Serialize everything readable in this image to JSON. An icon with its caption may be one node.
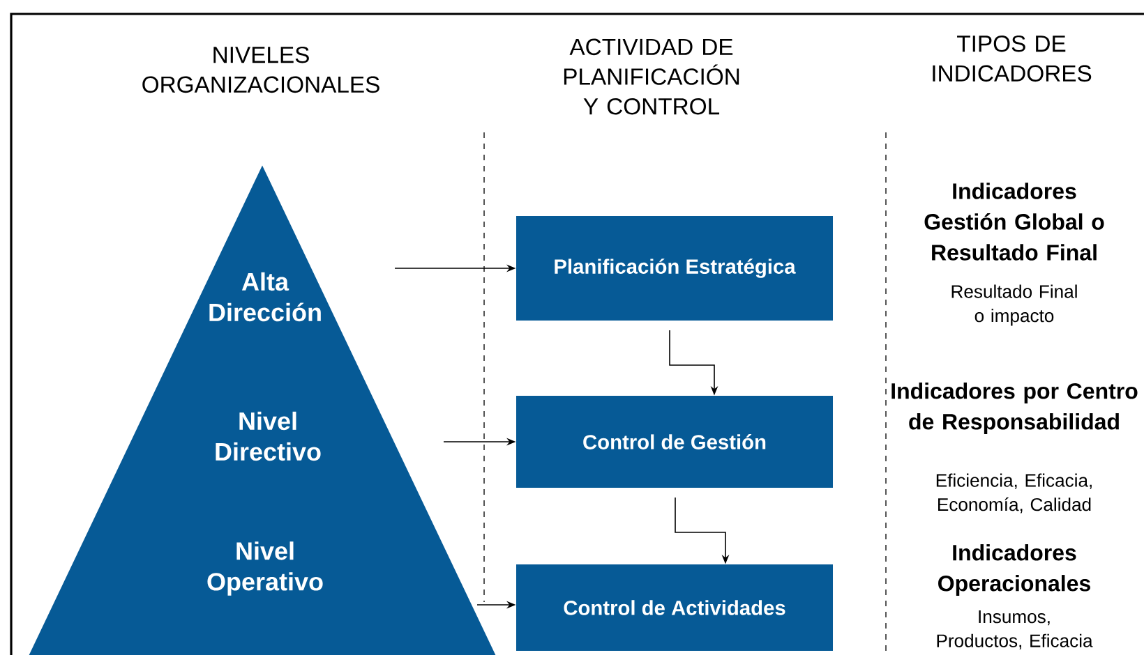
{
  "diagram": {
    "nodes": [
      {
        "text": [
          "Alta Dirección",
          "Nivel Directivo",
          "Nivel Operativo"
        ]
      },
      {
        "text": [
          "Planificación Estratégica"
        ]
      },
      {
        "text": [
          "Control de Gestión"
        ]
      },
      {
        "text": [
          "Control de Actividades"
        ]
      }
    ],
    "edges": [
      {
        "from": 0,
        "to": 1,
        "arrow": "to"
      },
      {
        "from": 0,
        "to": 2,
        "arrow": "to"
      },
      {
        "from": 0,
        "to": 3,
        "arrow": "to"
      },
      {
        "from": 1,
        "to": 2,
        "arrow": "to"
      },
      {
        "from": 2,
        "to": 3,
        "arrow": "to"
      }
    ],
    "labels": [
      "NIVELES ORGANIZACIONALES",
      "ACTIVIDAD DE PLANIFICACIÓN Y CONTROL",
      "TIPOS DE INDICADORES",
      "Indicadores Gestión Global o Resultado Final",
      "Resultado Final o impacto",
      "Indicadores por Centro de Responsabilidad",
      "Eficiencia, Eficacia, Economía, Calidad",
      "Indicadores Operacionales",
      "Insumos, Productos, Eficacia"
    ]
  }
}
